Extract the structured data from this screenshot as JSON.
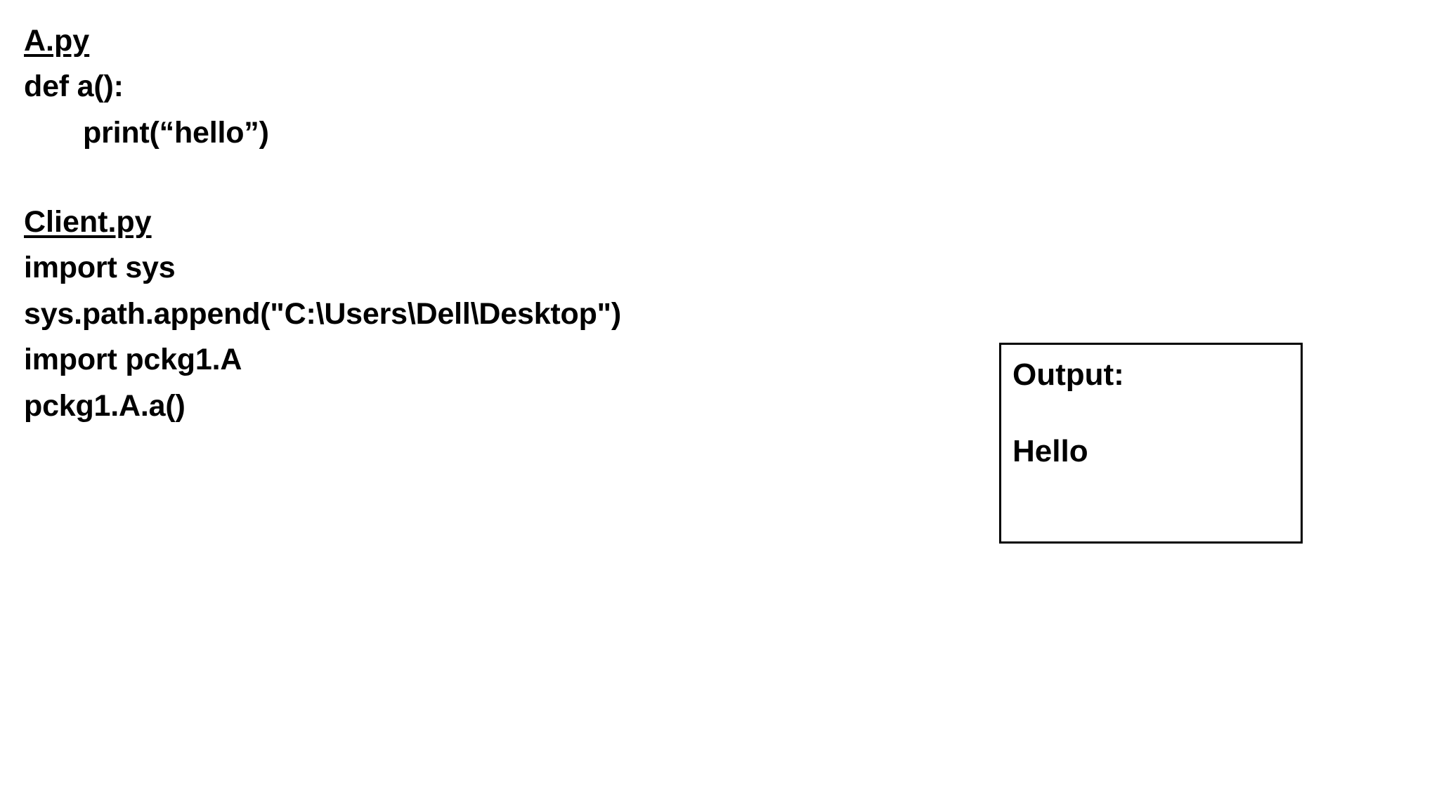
{
  "document": {
    "background_color": "#ffffff",
    "text_color": "#000000"
  },
  "code_panel": {
    "sections": [
      {
        "heading": "A.py",
        "lines": [
          {
            "text": "def a():",
            "indent": 0
          },
          {
            "text": "print(“hello”)",
            "indent": 1
          }
        ]
      },
      {
        "heading": "Client.py",
        "lines": [
          {
            "text": "import sys",
            "indent": 0
          },
          {
            "text": "sys.path.append(\"C:\\Users\\Dell\\Desktop\")",
            "indent": 0
          },
          {
            "text": "import pckg1.A",
            "indent": 0
          },
          {
            "text": "pckg1.A.a()",
            "indent": 0
          }
        ]
      }
    ],
    "section_a_heading": "A.py",
    "section_a_line_1": "def a():",
    "section_a_line_2": "print(“hello”)",
    "section_b_heading": "Client.py",
    "section_b_line_1": "import sys",
    "section_b_line_2": "sys.path.append(\"C:\\Users\\Dell\\Desktop\")",
    "section_b_line_3": "import pckg1.A",
    "section_b_line_4": "pckg1.A.a()"
  },
  "output_box": {
    "border_color": "#000000",
    "label": "Output:",
    "value": "Hello"
  }
}
